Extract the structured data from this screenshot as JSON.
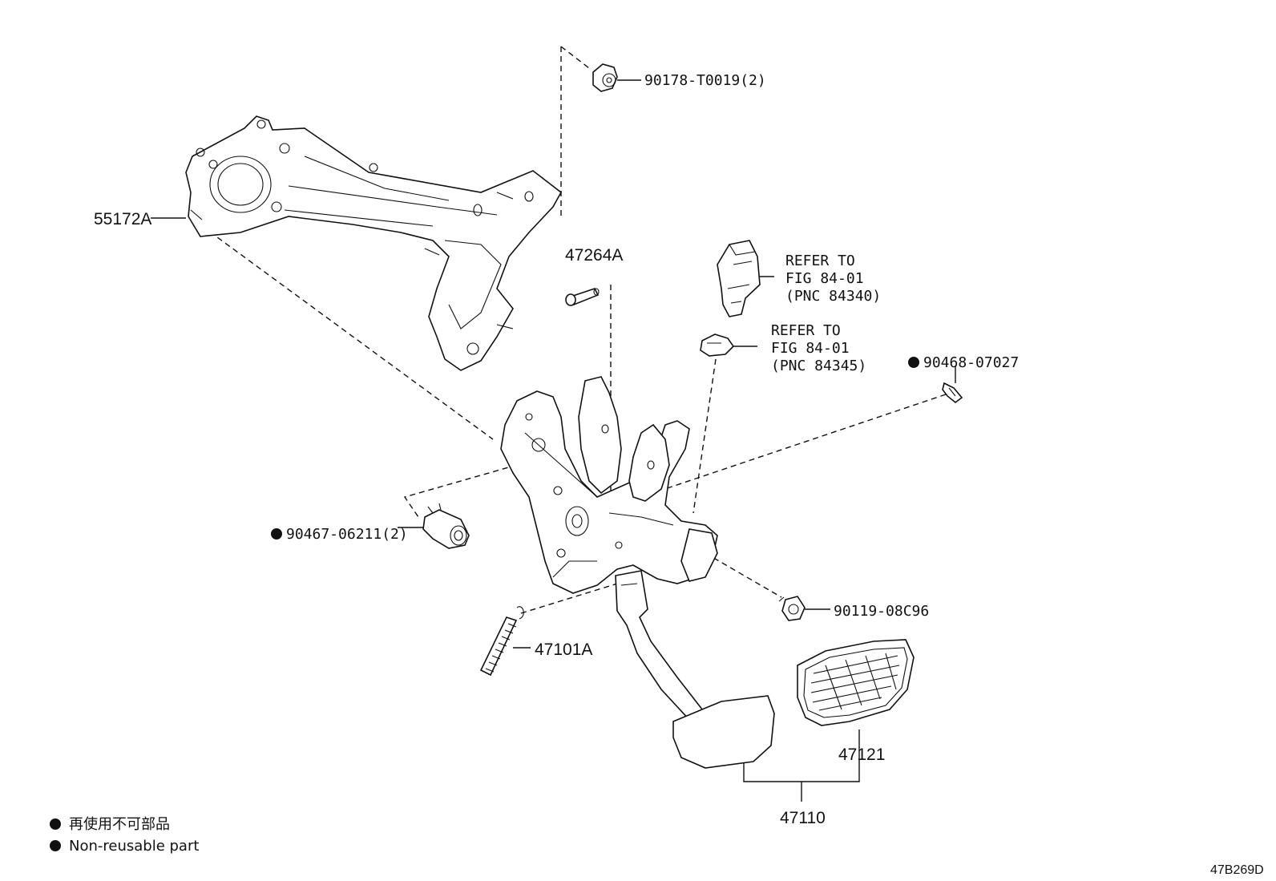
{
  "parts": {
    "bracket_upper": "55172A",
    "nut_top": "90178-T0019(2)",
    "pin": "47264A",
    "refer_switch": [
      "REFER TO",
      "FIG 84-01",
      "(PNC 84340)"
    ],
    "refer_cushion": [
      "REFER TO",
      "FIG 84-01",
      "(PNC 84345)"
    ],
    "clip_right": "90468-07027",
    "clip_left": "90467-06211(2)",
    "bolt_right": "90119-08C96",
    "spring": "47101A",
    "pad": "47121",
    "pedal_assy": "47110"
  },
  "legend": {
    "japanese": "再使用不可部品",
    "english": "Non-reusable part"
  },
  "diagram_code": "47B269D"
}
